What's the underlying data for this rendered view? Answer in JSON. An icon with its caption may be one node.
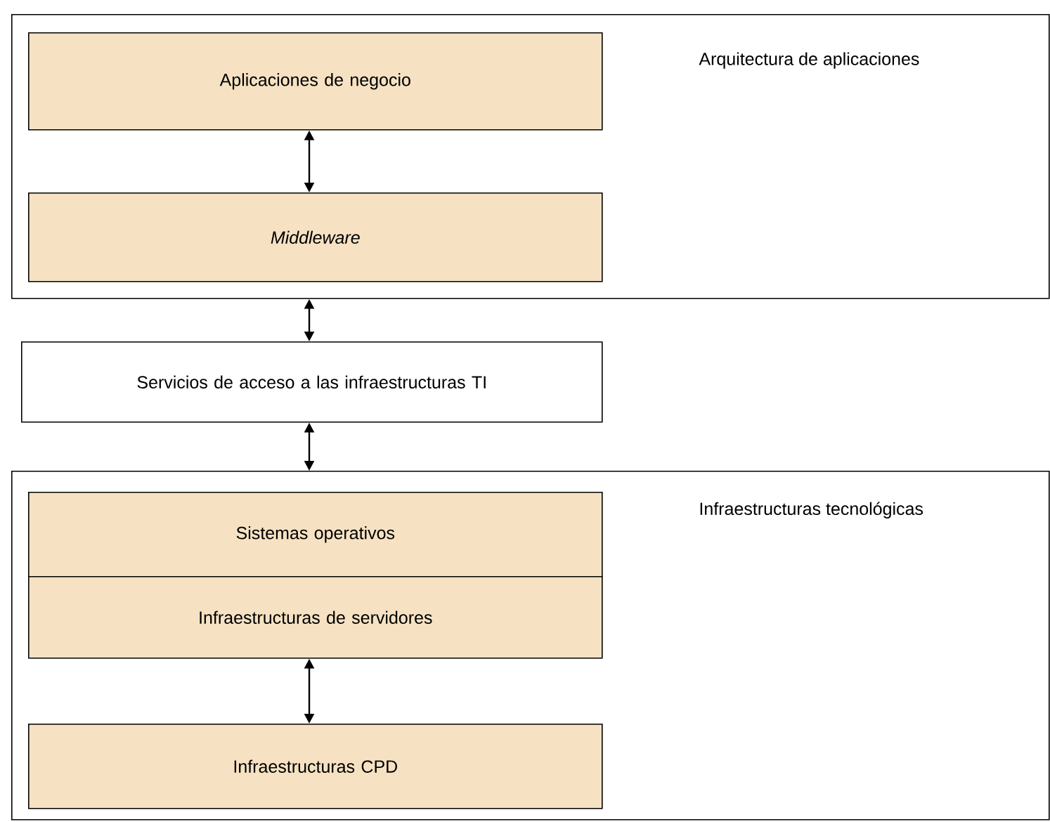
{
  "diagram": {
    "nodes": [
      {
        "text": [
          "Arquitectura de aplicaciones"
        ]
      },
      {
        "text": [
          "Aplicaciones de negocio"
        ],
        "in": 0
      },
      {
        "text": [
          "Middleware"
        ],
        "in": 0
      },
      {
        "text": [
          "Servicios de acceso a las infraestructuras TI"
        ]
      },
      {
        "text": [
          "Infraestructuras tecnológicas"
        ]
      },
      {
        "text": [
          "Sistemas operativos"
        ],
        "in": 4
      },
      {
        "text": [
          "Infraestructuras de servidores"
        ],
        "in": 4
      },
      {
        "text": [
          "Infraestructuras CPD"
        ],
        "in": 4
      }
    ],
    "edges": [
      {
        "from": 1,
        "to": 2,
        "arrow": "both"
      },
      {
        "from": 0,
        "to": 3,
        "arrow": "both"
      },
      {
        "from": 3,
        "to": 4,
        "arrow": "both"
      },
      {
        "from": 6,
        "to": 7,
        "arrow": "both"
      }
    ]
  }
}
